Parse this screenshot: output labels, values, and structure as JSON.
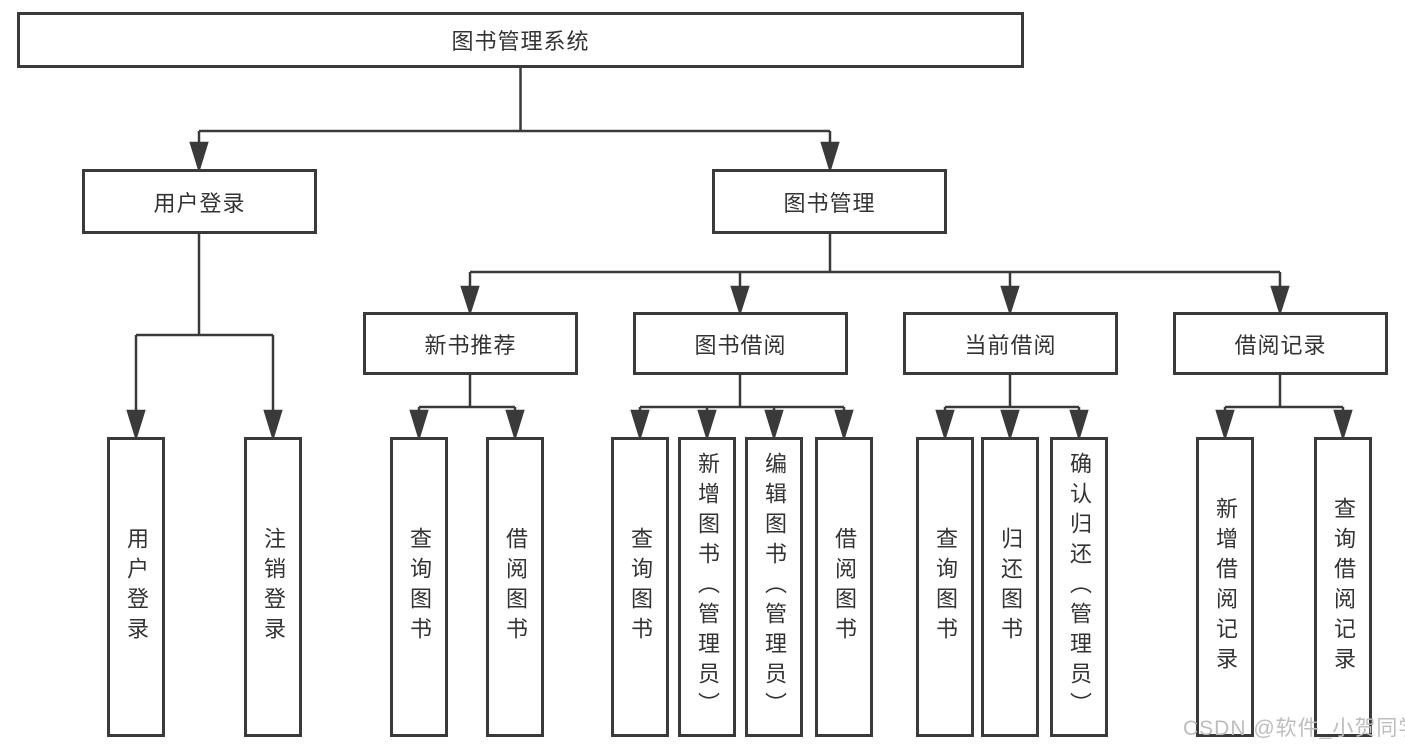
{
  "diagram": {
    "root": {
      "label": "图书管理系统"
    },
    "level2": [
      {
        "label": "用户登录"
      },
      {
        "label": "图书管理"
      }
    ],
    "level3": [
      {
        "label": "新书推荐",
        "parent": "图书管理"
      },
      {
        "label": "图书借阅",
        "parent": "图书管理"
      },
      {
        "label": "当前借阅",
        "parent": "图书管理"
      },
      {
        "label": "借阅记录",
        "parent": "图书管理"
      }
    ],
    "level4": [
      {
        "label": "用户登录",
        "parent": "用户登录"
      },
      {
        "label": "注销登录",
        "parent": "用户登录"
      },
      {
        "label": "查询图书",
        "parent": "新书推荐"
      },
      {
        "label": "借阅图书",
        "parent": "新书推荐"
      },
      {
        "label": "查询图书",
        "parent": "图书借阅"
      },
      {
        "label": "新增图书（管理员）",
        "parent": "图书借阅"
      },
      {
        "label": "编辑图书（管理员）",
        "parent": "图书借阅"
      },
      {
        "label": "借阅图书",
        "parent": "图书借阅"
      },
      {
        "label": "查询图书",
        "parent": "当前借阅"
      },
      {
        "label": "归还图书",
        "parent": "当前借阅"
      },
      {
        "label": "确认归还（管理员）",
        "parent": "当前借阅"
      },
      {
        "label": "新增借阅记录",
        "parent": "借阅记录"
      },
      {
        "label": "查询借阅记录",
        "parent": "借阅记录"
      }
    ]
  },
  "watermark": {
    "text": "CSDN @软件_小贺同学"
  },
  "colors": {
    "line": "#3a3a3a",
    "box_border": "#3a3a3a",
    "box_background": "#ffffff",
    "text": "#333333",
    "watermark": "#bdbdbd",
    "page_background": "#ffffff"
  }
}
